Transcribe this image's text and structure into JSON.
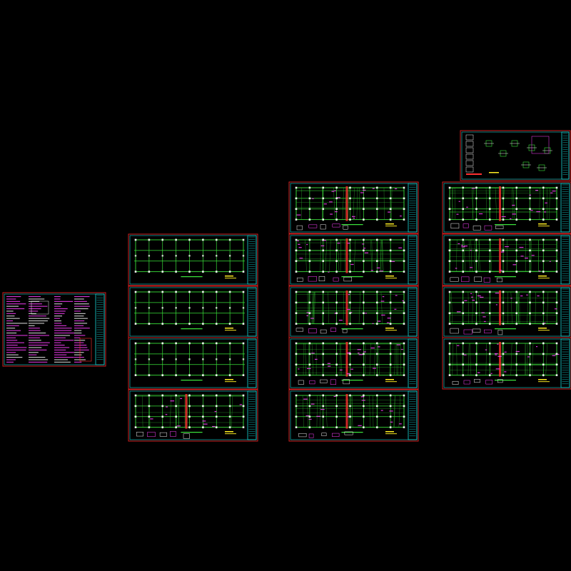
{
  "canvas": {
    "background": "#000000"
  },
  "colors": {
    "sheet_border": "#d02020",
    "frame": "#19d6d6",
    "grid": "#3ae03a",
    "column": "#f0f0f0",
    "magenta": "#ff40ff",
    "yellow": "#ffee22",
    "red": "#ff3030"
  },
  "sheets": [
    {
      "id": "notes",
      "kind": "notes"
    },
    {
      "id": "c2-1",
      "kind": "plan",
      "density": 0.25
    },
    {
      "id": "c2-2",
      "kind": "plan",
      "density": 0.25
    },
    {
      "id": "c2-3",
      "kind": "plan",
      "density": 0.3
    },
    {
      "id": "c2-4",
      "kind": "plan",
      "density": 0.5
    },
    {
      "id": "c3-1",
      "kind": "plan",
      "density": 0.8
    },
    {
      "id": "c3-2",
      "kind": "plan",
      "density": 0.85
    },
    {
      "id": "c3-3",
      "kind": "plan",
      "density": 0.85
    },
    {
      "id": "c3-4",
      "kind": "plan",
      "density": 0.9
    },
    {
      "id": "c3-5",
      "kind": "plan",
      "density": 0.7
    },
    {
      "id": "detail",
      "kind": "detail"
    },
    {
      "id": "c4-1",
      "kind": "plan",
      "density": 0.75
    },
    {
      "id": "c4-2",
      "kind": "plan",
      "density": 0.75
    },
    {
      "id": "c4-3",
      "kind": "plan",
      "density": 0.8
    },
    {
      "id": "c4-4",
      "kind": "plan",
      "density": 0.8
    }
  ]
}
